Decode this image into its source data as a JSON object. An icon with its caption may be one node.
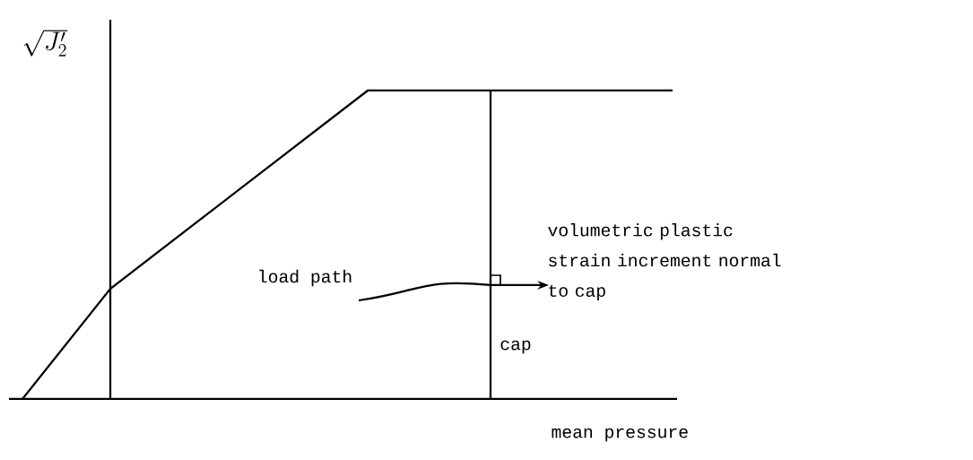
{
  "diagram": {
    "labels": [
      "\\sqrt{J_2'}",
      "load path",
      "volumetric plastic strain increment normal to cap",
      "cap",
      "mean pressure"
    ]
  }
}
